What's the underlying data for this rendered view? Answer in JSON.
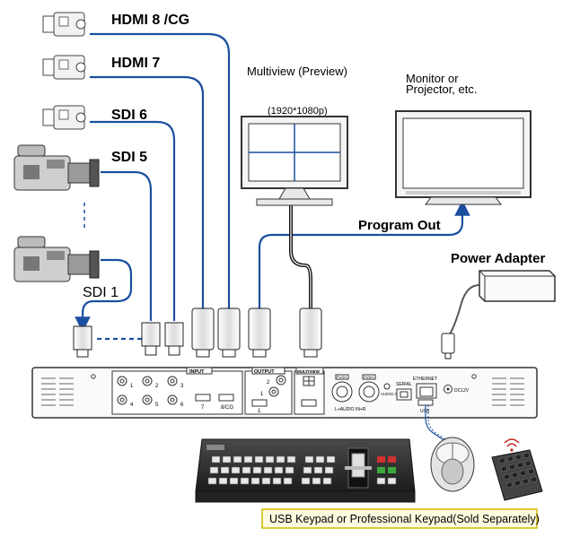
{
  "sources": {
    "hdmi8": "HDMI 8 /CG",
    "hdmi7": "HDMI 7",
    "sdi6": "SDI 6",
    "sdi5": "SDI 5",
    "sdi1": "SDI 1"
  },
  "multiview": {
    "title": "Multiview (Preview)",
    "resolution": "(1920*1080p)"
  },
  "monitor": {
    "title_line1": "Monitor or",
    "title_line2": "Projector, etc."
  },
  "program_out": "Program Out",
  "power_adapter": "Power Adapter",
  "keypad_note": "USB Keypad or Professional Keypad(Sold Separately)",
  "panel": {
    "input_label": "INPUT",
    "output_label": "OUTPUT",
    "multiview_label": "MULTIVIEW",
    "ethernet_label": "ETHERNET",
    "serial_label": "SERIAL",
    "audio_out_label": "AUDIO OUT",
    "audio_in_label": "L+AUDIO IN+R",
    "usb_label": "USB",
    "dc_label": "DC12V",
    "push_label": "PUSH",
    "port_8cg": "8/CG",
    "port_7": "7",
    "port_1": "1",
    "bnc_numbers": [
      "1",
      "2",
      "3",
      "4",
      "5",
      "6"
    ],
    "out_numbers": [
      "2",
      "1"
    ]
  },
  "colors": {
    "cable_blue": "#1a4fa0",
    "cable_black": "#111111",
    "note_border": "#d4b800",
    "note_bg": "#fffbe0"
  }
}
